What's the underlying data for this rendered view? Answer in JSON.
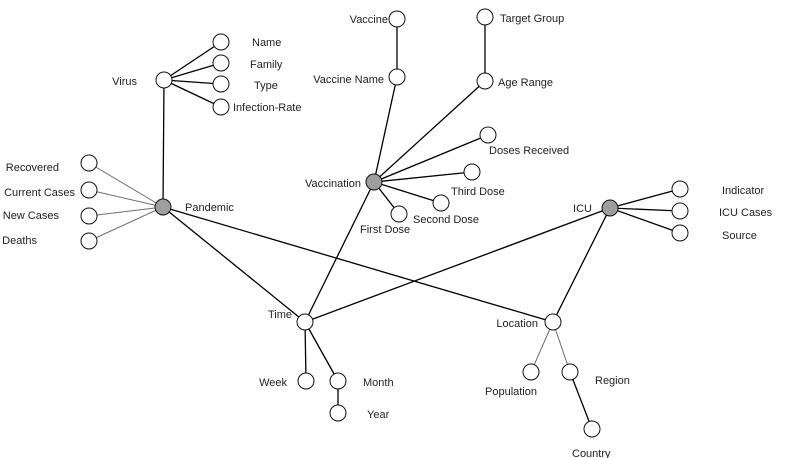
{
  "diagram": {
    "colors": {
      "hub_fill": "#9e9e9e",
      "leaf_fill": "#ffffff",
      "stroke": "#000000"
    },
    "nodes": [
      {
        "id": "pandemic",
        "label": "Pandemic",
        "hub": true
      },
      {
        "id": "vaccination",
        "label": "Vaccination",
        "hub": true
      },
      {
        "id": "icu",
        "label": "ICU",
        "hub": true
      },
      {
        "id": "virus",
        "label": "Virus"
      },
      {
        "id": "name",
        "label": "Name"
      },
      {
        "id": "family",
        "label": "Family"
      },
      {
        "id": "type",
        "label": "Type"
      },
      {
        "id": "infection_rate",
        "label": "Infection-Rate"
      },
      {
        "id": "recovered",
        "label": "Recovered"
      },
      {
        "id": "current_cases",
        "label": "Current Cases"
      },
      {
        "id": "new_cases",
        "label": "New Cases"
      },
      {
        "id": "deaths",
        "label": "Deaths"
      },
      {
        "id": "vaccine",
        "label": "Vaccine"
      },
      {
        "id": "vaccine_name",
        "label": "Vaccine Name"
      },
      {
        "id": "target_group",
        "label": "Target Group"
      },
      {
        "id": "age_range",
        "label": "Age Range"
      },
      {
        "id": "doses_received",
        "label": "Doses Received"
      },
      {
        "id": "third_dose",
        "label": "Third Dose"
      },
      {
        "id": "second_dose",
        "label": "Second Dose"
      },
      {
        "id": "first_dose",
        "label": "First Dose"
      },
      {
        "id": "indicator",
        "label": "Indicator"
      },
      {
        "id": "icu_cases",
        "label": "ICU Cases"
      },
      {
        "id": "source",
        "label": "Source"
      },
      {
        "id": "time",
        "label": "Time"
      },
      {
        "id": "week",
        "label": "Week"
      },
      {
        "id": "month",
        "label": "Month"
      },
      {
        "id": "year",
        "label": "Year"
      },
      {
        "id": "location",
        "label": "Location"
      },
      {
        "id": "population",
        "label": "Population"
      },
      {
        "id": "region",
        "label": "Region"
      },
      {
        "id": "country",
        "label": "Country"
      }
    ],
    "edges": [
      [
        "virus",
        "name"
      ],
      [
        "virus",
        "family"
      ],
      [
        "virus",
        "type"
      ],
      [
        "virus",
        "infection_rate"
      ],
      [
        "virus",
        "pandemic"
      ],
      [
        "recovered",
        "pandemic"
      ],
      [
        "current_cases",
        "pandemic"
      ],
      [
        "new_cases",
        "pandemic"
      ],
      [
        "deaths",
        "pandemic"
      ],
      [
        "vaccine",
        "vaccine_name"
      ],
      [
        "vaccine_name",
        "vaccination"
      ],
      [
        "target_group",
        "age_range"
      ],
      [
        "age_range",
        "vaccination"
      ],
      [
        "vaccination",
        "doses_received"
      ],
      [
        "vaccination",
        "third_dose"
      ],
      [
        "vaccination",
        "second_dose"
      ],
      [
        "vaccination",
        "first_dose"
      ],
      [
        "icu",
        "indicator"
      ],
      [
        "icu",
        "icu_cases"
      ],
      [
        "icu",
        "source"
      ],
      [
        "pandemic",
        "time"
      ],
      [
        "pandemic",
        "location"
      ],
      [
        "vaccination",
        "time"
      ],
      [
        "icu",
        "time"
      ],
      [
        "icu",
        "location"
      ],
      [
        "time",
        "week"
      ],
      [
        "time",
        "month"
      ],
      [
        "month",
        "year"
      ],
      [
        "location",
        "population"
      ],
      [
        "location",
        "region"
      ],
      [
        "region",
        "country"
      ]
    ]
  }
}
